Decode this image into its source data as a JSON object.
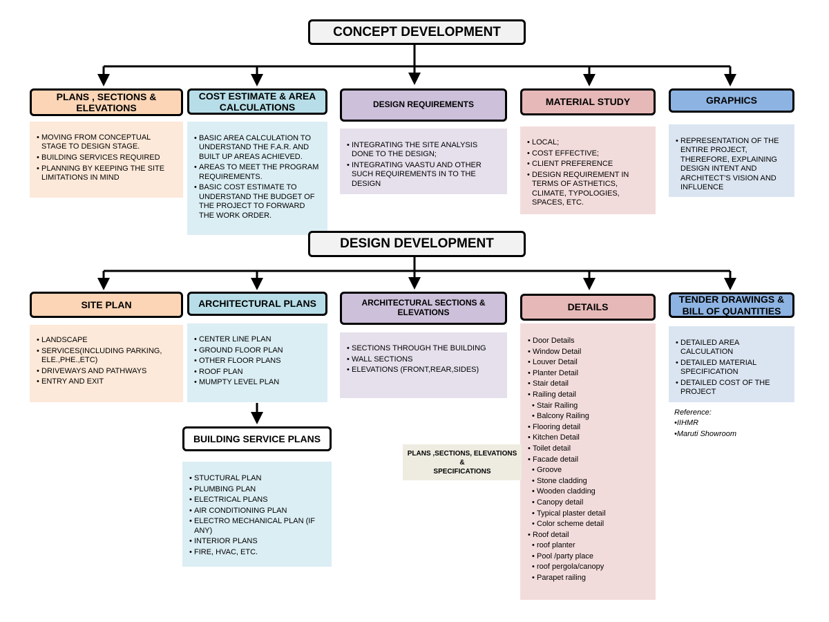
{
  "concept": {
    "title": "CONCEPT DEVELOPMENT",
    "plans": {
      "title": "PLANS , SECTIONS & ELEVATIONS",
      "items": [
        "MOVING FROM CONCEPTUAL STAGE TO DESIGN STAGE.",
        "BUILDING SERVICES REQUIRED",
        "PLANNING BY KEEPING THE SITE LIMITATIONS IN MIND"
      ]
    },
    "cost": {
      "title": "COST ESTIMATE & AREA CALCULATIONS",
      "items": [
        "BASIC AREA CALCULATION TO UNDERSTAND THE F.A.R. AND BUILT UP AREAS ACHIEVED.",
        "AREAS TO MEET THE PROGRAM REQUIREMENTS.",
        "BASIC COST ESTIMATE TO UNDERSTAND THE BUDGET OF THE PROJECT TO FORWARD THE WORK ORDER."
      ]
    },
    "design_req": {
      "title": "DESIGN REQUIREMENTS",
      "items": [
        "INTEGRATING THE SITE ANALYSIS DONE TO THE DESIGN;",
        "INTEGRATING VAASTU AND OTHER SUCH REQUIREMENTS IN TO THE DESIGN"
      ]
    },
    "material": {
      "title": "MATERIAL STUDY",
      "items": [
        "LOCAL;",
        "COST EFFECTIVE;",
        "CLIENT PREFERENCE",
        "DESIGN REQUIREMENT IN TERMS OF ASTHETICS, CLIMATE, TYPOLOGIES, SPACES, ETC."
      ]
    },
    "graphics": {
      "title": "GRAPHICS",
      "items": [
        "REPRESENTATION OF THE ENTIRE PROJECT, THEREFORE, EXPLAINING DESIGN INTENT AND ARCHITECT’S VISION AND INFLUENCE"
      ]
    }
  },
  "design": {
    "title": "DESIGN DEVELOPMENT",
    "site": {
      "title": "SITE PLAN",
      "items": [
        "LANDSCAPE",
        "SERVICES(INCLUDING PARKING, ELE.,PHE.,ETC)",
        "DRIVEWAYS AND PATHWAYS",
        "ENTRY AND EXIT"
      ]
    },
    "arch_plans": {
      "title": "ARCHITECTURAL PLANS",
      "items": [
        "CENTER LINE PLAN",
        "GROUND FLOOR PLAN",
        "OTHER FLOOR PLANS",
        "ROOF PLAN",
        "MUMPTY LEVEL PLAN"
      ]
    },
    "service": {
      "title": "BUILDING SERVICE PLANS",
      "items": [
        "STUCTURAL PLAN",
        "PLUMBING PLAN",
        "ELECTRICAL PLANS",
        "AIR CONDITIONING PLAN",
        "ELECTRO MECHANICAL PLAN (IF ANY)",
        "INTERIOR PLANS",
        "FIRE, HVAC, ETC."
      ]
    },
    "sections": {
      "title": "ARCHITECTURAL SECTIONS & ELEVATIONS",
      "items": [
        "SECTIONS THROUGH THE  BUILDING",
        "WALL SECTIONS",
        "ELEVATIONS (FRONT,REAR,SIDES)"
      ]
    },
    "details": {
      "title": "DETAILS",
      "items": [
        {
          "text": "Door Details",
          "sub": false
        },
        {
          "text": "Window Detail",
          "sub": false
        },
        {
          "text": "Louver  Detail",
          "sub": false
        },
        {
          "text": "Planter  Detail",
          "sub": false
        },
        {
          "text": "Stair detail",
          "sub": false
        },
        {
          "text": "Railing detail",
          "sub": false
        },
        {
          "text": "Stair Railing",
          "sub": true
        },
        {
          "text": "Balcony Railing",
          "sub": true
        },
        {
          "text": "Flooring detail",
          "sub": false
        },
        {
          "text": "Kitchen Detail",
          "sub": false
        },
        {
          "text": "Toilet detail",
          "sub": false
        },
        {
          "text": "Facade detail",
          "sub": false
        },
        {
          "text": "Groove",
          "sub": true
        },
        {
          "text": "Stone cladding",
          "sub": true
        },
        {
          "text": "Wooden cladding",
          "sub": true
        },
        {
          "text": "Canopy detail",
          "sub": true
        },
        {
          "text": "Typical plaster detail",
          "sub": true
        },
        {
          "text": "Color scheme detail",
          "sub": true
        },
        {
          "text": "Roof detail",
          "sub": false
        },
        {
          "text": "roof planter",
          "sub": true
        },
        {
          "text": "Pool /party place",
          "sub": true
        },
        {
          "text": "roof pergola/canopy",
          "sub": true
        },
        {
          "text": "Parapet railing",
          "sub": true
        }
      ],
      "side_label": {
        "line1": "PLANS ,SECTIONS, ELEVATIONS",
        "line2": "&",
        "line3": "SPECIFICATIONS"
      }
    },
    "tender": {
      "title": "TENDER DRAWINGS & BILL OF QUANTITIES",
      "items": [
        "DETAILED AREA CALCULATION",
        "DETAILED MATERIAL SPECIFICATION",
        "DETAILED COST OF THE PROJECT"
      ]
    }
  },
  "reference": {
    "title": "Reference:",
    "items": [
      "•IIHMR",
      "•Maruti Showroom"
    ]
  }
}
